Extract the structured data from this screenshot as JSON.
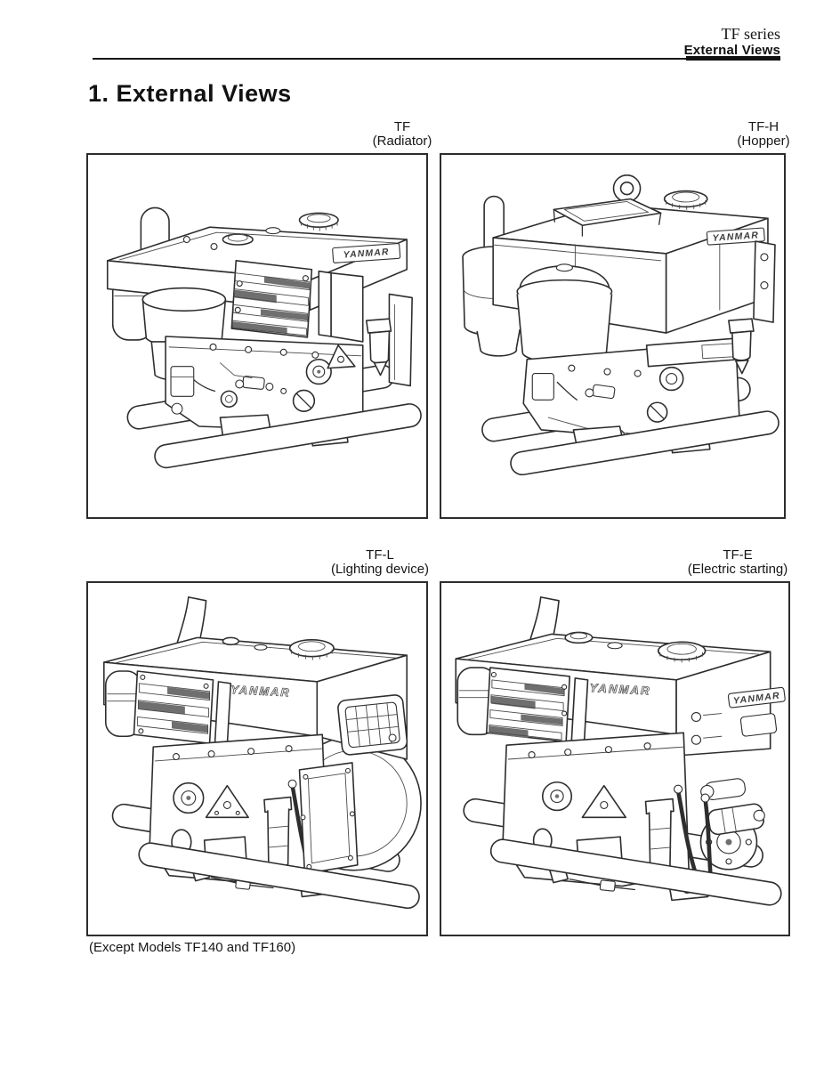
{
  "header": {
    "series": "TF series",
    "section": "External Views"
  },
  "title": "1. External Views",
  "figures": [
    {
      "model": "TF",
      "variant": "(Radiator)",
      "brand": "YANMAR"
    },
    {
      "model": "TF-H",
      "variant": "(Hopper)",
      "brand": "YANMAR"
    },
    {
      "model": "TF-L",
      "variant": "(Lighting device)",
      "brand": "YANMAR"
    },
    {
      "model": "TF-E",
      "variant": "(Electric starting)",
      "brand": "YANMAR",
      "brand_badge": "YANMAR"
    }
  ],
  "footnote": "(Except Models TF140 and TF160)",
  "colors": {
    "ink": "#161616",
    "line": "#2e2e2e",
    "paper": "#ffffff"
  }
}
